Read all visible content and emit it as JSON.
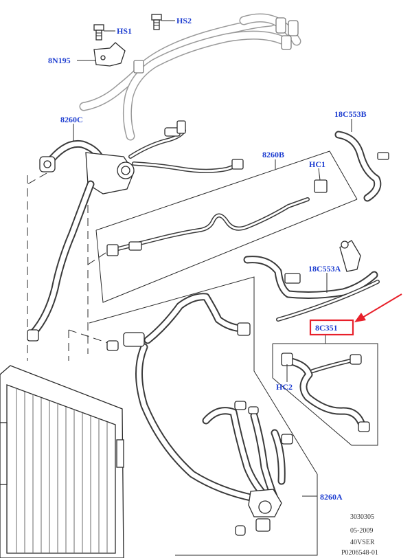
{
  "callouts": {
    "hs1": "HS1",
    "hs2": "HS2",
    "c8n195": "8N195",
    "c8260c": "8260C",
    "c18c553b": "18C553B",
    "c8260b": "8260B",
    "hc1": "HC1",
    "c18c553a": "18C553A",
    "c8c351": "8C351",
    "hc2": "HC2",
    "c8260a": "8260A"
  },
  "meta": {
    "line1": "3030305",
    "line2": "05-2009",
    "line3": "40VSER",
    "line4": "P0206548-01"
  },
  "colors": {
    "callout": "#1f3fd1",
    "highlight_box": "#e8202a",
    "arrow": "#e8202a",
    "linework": "#2a2a2a"
  },
  "highlighted_part": "8C351"
}
